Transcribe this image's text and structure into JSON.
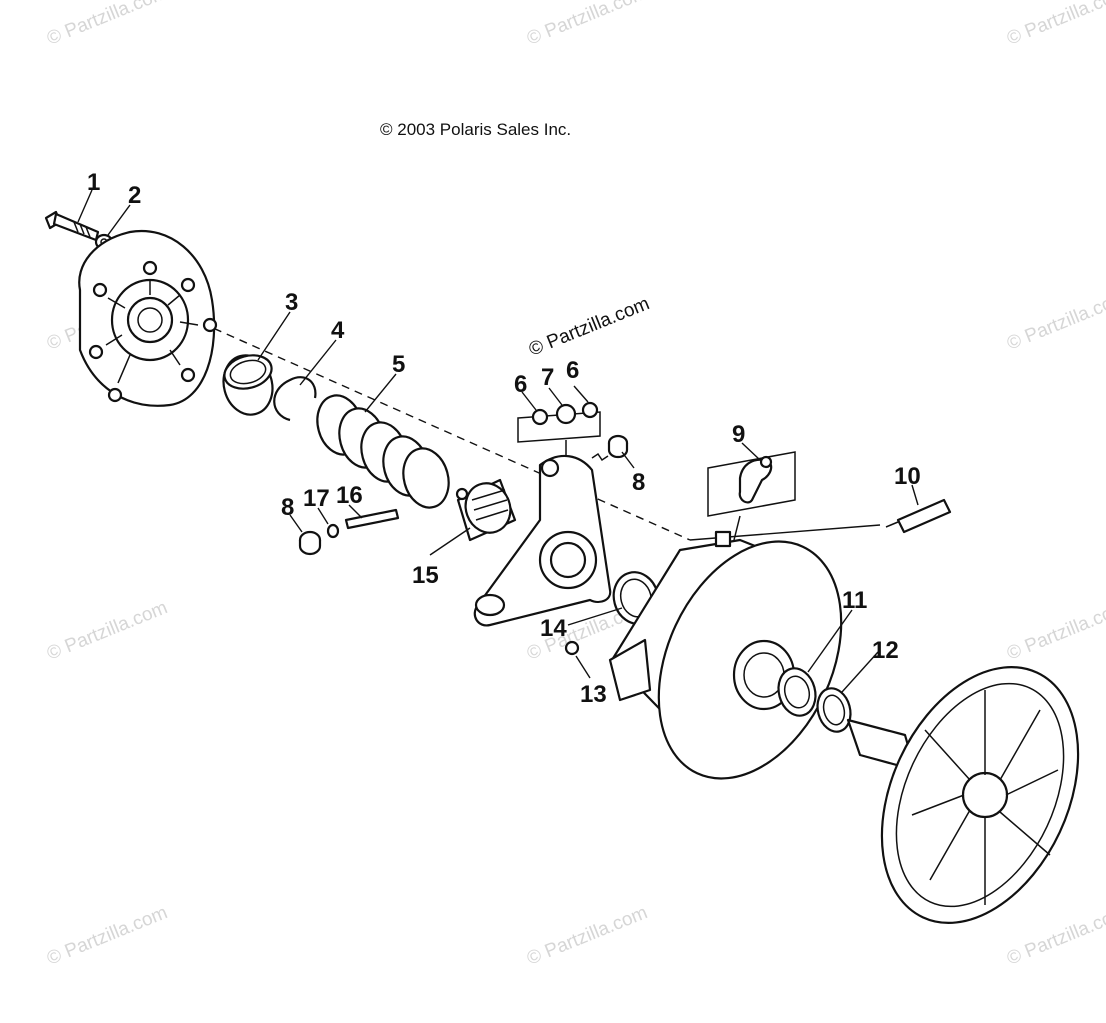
{
  "copyright": "© 2003 Polaris Sales Inc.",
  "watermark": "© Partzilla.com",
  "callouts": {
    "c1": "1",
    "c2": "2",
    "c3": "3",
    "c4": "4",
    "c5": "5",
    "c6a": "6",
    "c7": "7",
    "c6b": "6",
    "c8a": "8",
    "c9": "9",
    "c10": "10",
    "c8b": "8",
    "c17": "17",
    "c16": "16",
    "c15": "15",
    "c11": "11",
    "c12": "12",
    "c14": "14",
    "c13": "13"
  }
}
